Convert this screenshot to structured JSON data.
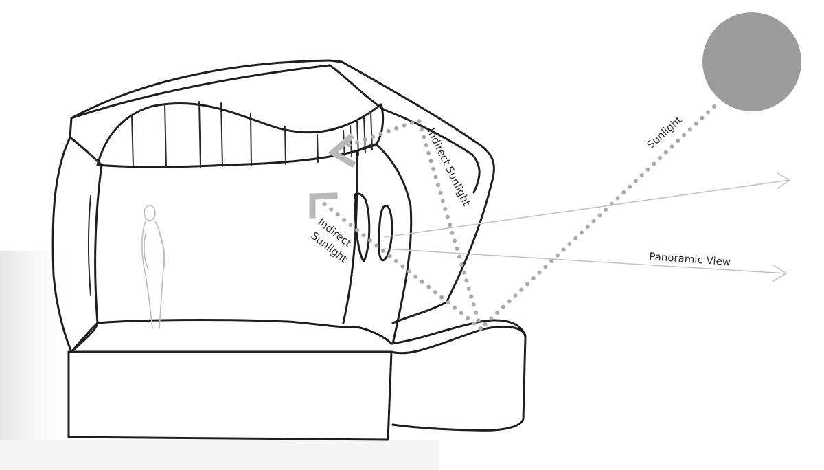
{
  "labels": {
    "sunlight": "Sunlight",
    "indirect_sunlight_roof": "Indirect Sunlight",
    "indirect_sunlight_wall_line1": "Indirect",
    "indirect_sunlight_wall_line2": "Sunlight",
    "panoramic_view": "Panoramic View"
  },
  "colors": {
    "sun": "#9c9c9c",
    "sunlight_dots": "#aaaaaa",
    "sketch_ink": "#1e1e1e",
    "view_arrows": "#c4c4c4"
  },
  "icons": {
    "sun": "sun-circle",
    "person": "human-figure-scale"
  }
}
